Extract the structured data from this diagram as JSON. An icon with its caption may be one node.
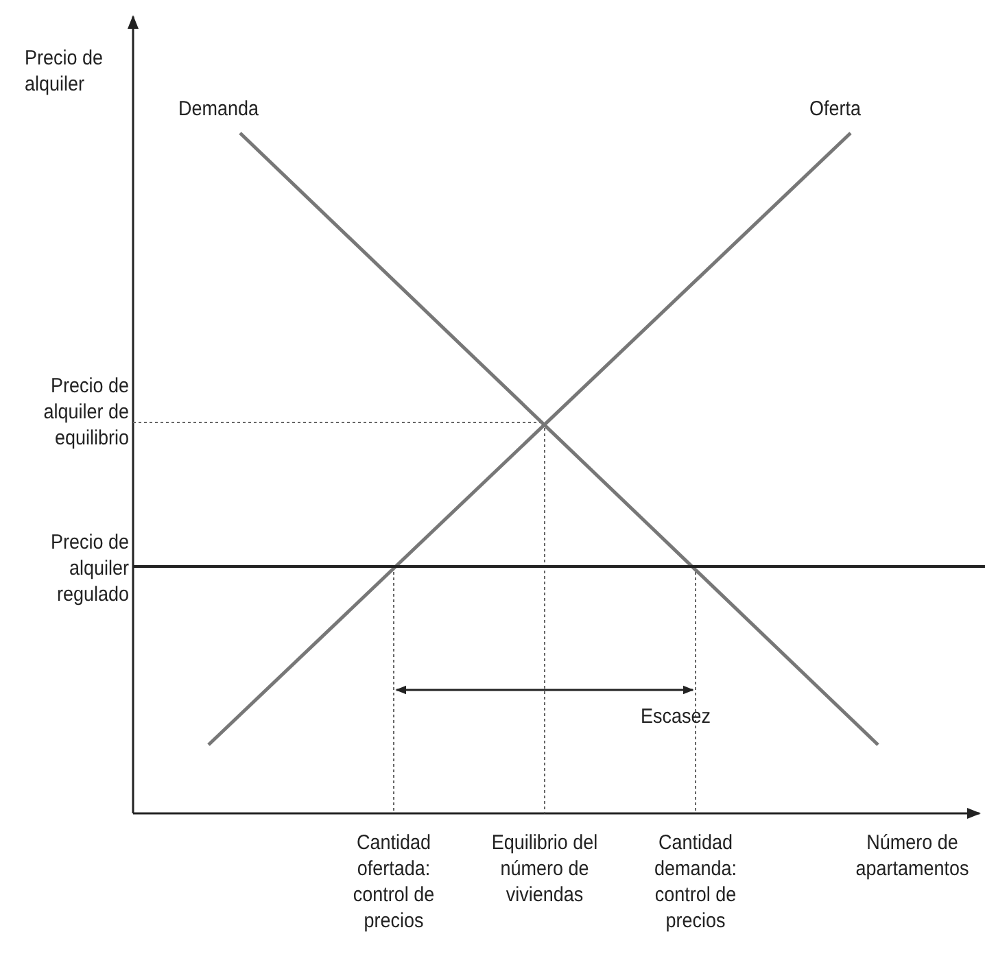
{
  "diagram": {
    "labels": [
      "Precio de alquiler",
      "Demanda",
      "Oferta",
      "Precio de alquiler de equilibrio",
      "Precio de alquiler regulado",
      "Escasez",
      "Cantidad ofertada: control de precios",
      "Equilibrio del número de viviendas",
      "Cantidad demanda: control de precios",
      "Número de apartamentos"
    ]
  }
}
